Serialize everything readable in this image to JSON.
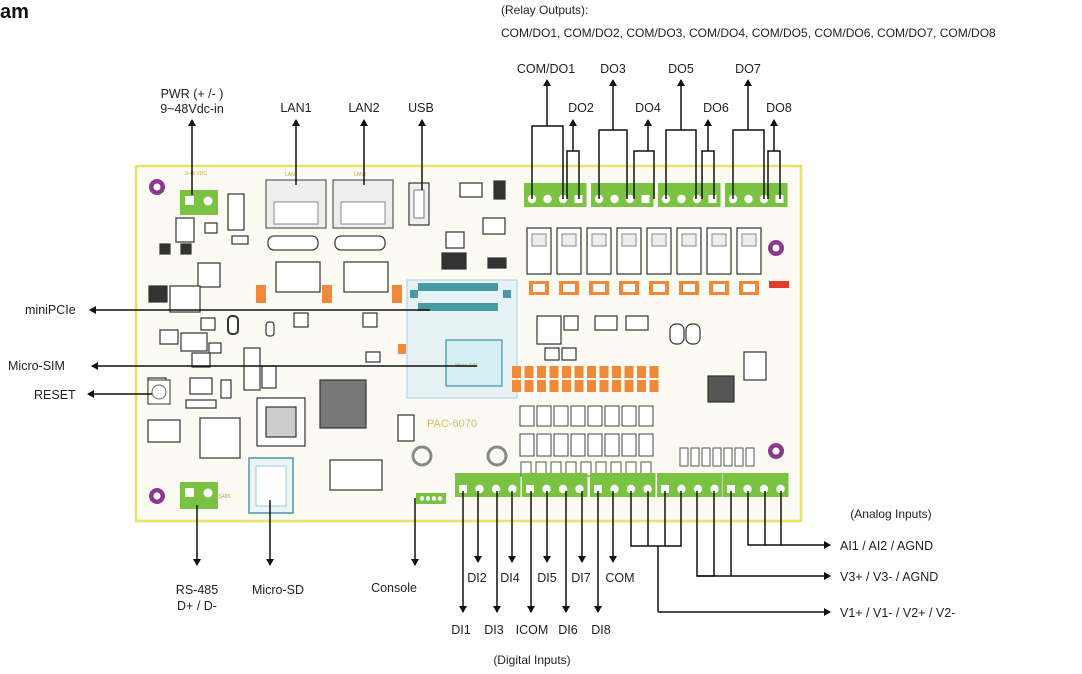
{
  "title_fragment": "am",
  "relay": {
    "header": "(Relay Outputs):",
    "list": "COM/DO1, COM/DO2, COM/DO3, COM/DO4, COM/DO5, COM/DO6, COM/DO7, COM/DO8",
    "top_labels": [
      "COM/DO1",
      "DO3",
      "DO5",
      "DO7"
    ],
    "low_labels": [
      "DO2",
      "DO4",
      "DO6",
      "DO8"
    ]
  },
  "top": {
    "pwr_line1": "PWR (+ /- )",
    "pwr_line2": "9~48Vdc-in",
    "lan1": "LAN1",
    "lan2": "LAN2",
    "usb": "USB"
  },
  "left": {
    "minipcie": "miniPCIe",
    "microsim": "Micro-SIM",
    "reset": "RESET"
  },
  "bottom": {
    "rs485_line1": "RS-485",
    "rs485_line2": "D+ / D-",
    "microsd": "Micro-SD",
    "console": "Console"
  },
  "digital": {
    "header": "(Digital Inputs)",
    "upper": [
      "DI2",
      "DI4",
      "DI5",
      "DI7",
      "COM"
    ],
    "lower": [
      "DI1",
      "DI3",
      "ICOM",
      "DI6",
      "DI8"
    ]
  },
  "analog": {
    "header": "(Analog Inputs)",
    "items": [
      "AI1 / AI2 / AGND",
      "V3+ / V3- / AGND",
      "V1+ / V1- / V2+ / V2-"
    ]
  },
  "board": {
    "model": "PAC-6070",
    "pwr_silk": "9-48 VDC",
    "lan1_silk": "LAN1",
    "lan2_silk": "LAN2",
    "rs485_silk": "RS485",
    "sim_silk": "Micro-SIM"
  },
  "colors": {
    "board_outline": "#e8e26a",
    "terminal_green": "#7cc242",
    "mount_hole": "#8a3a8c",
    "arrow": "#111111"
  }
}
